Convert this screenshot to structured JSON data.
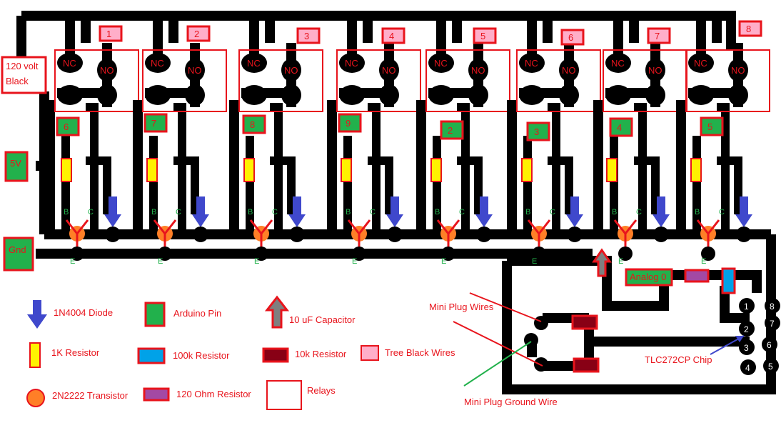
{
  "colors": {
    "trace": "#000000",
    "relay_box": "#e8141c",
    "relay_number_fill": "#ffaec9",
    "arduino_pin_fill": "#22b14c",
    "resistor_1k": "#fff200",
    "transistor": "#ff7f27",
    "diode": "#3f48cc",
    "capacitor": "#7f7f7f",
    "resistor_100k": "#00a2e8",
    "resistor_10k": "#880015",
    "resistor_120": "#a349a4",
    "label_red": "#e8141c",
    "label_green": "#22b14c"
  },
  "relay_numbers": [
    "1",
    "2",
    "3",
    "4",
    "5",
    "6",
    "7",
    "8"
  ],
  "arduino_pins": [
    "6",
    "7",
    "8",
    "9",
    "2",
    "3",
    "4",
    "5"
  ],
  "contact_labels": {
    "nc": "NC",
    "no": "NO"
  },
  "transistor_labels": {
    "b": "B",
    "c": "C",
    "e": "E"
  },
  "power_labels": {
    "volt120_line1": "120 volt",
    "volt120_line2": "Black",
    "v5": "5V",
    "gnd": "Gnd",
    "analog": "Analog 0"
  },
  "chip_pins": [
    "1",
    "8",
    "2",
    "7",
    "3",
    "6",
    "4",
    "5"
  ],
  "annotations": {
    "mini_plug_wires": "Mini Plug Wires",
    "mini_plug_ground": "Mini Plug Ground Wire",
    "chip": "TLC272CP Chip"
  },
  "legend": {
    "diode": "1N4004 Diode",
    "arduino_pin": "Arduino Pin",
    "capacitor": "10 uF Capacitor",
    "resistor_1k": "1K Resistor",
    "resistor_100k": "100k Resistor",
    "resistor_10k": "10k Resistor",
    "tree_black_wires": "Tree Black Wires",
    "transistor": "2N2222 Transistor",
    "resistor_120": "120 Ohm Resistor",
    "relays": "Relays"
  }
}
